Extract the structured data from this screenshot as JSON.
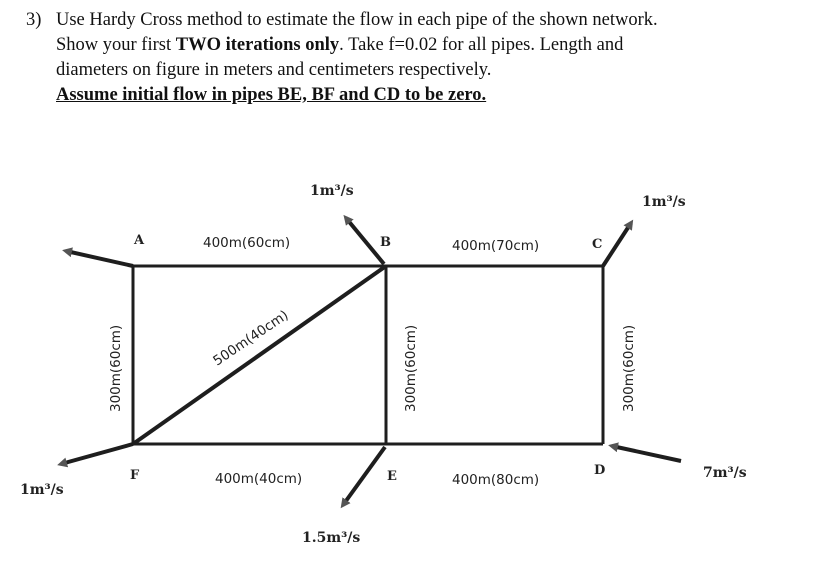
{
  "problem": {
    "number": "3)",
    "line1": "Use Hardy Cross method to estimate the flow in each pipe of the shown network.",
    "line2_a": "Show your first ",
    "line2_bold": "TWO iterations only",
    "line2_b": ". Take f=0.02 for all pipes. Length and",
    "line3": "diameters on figure in meters and centimeters respectively.",
    "line4": "Assume initial flow in pipes BE, BF and CD to be zero."
  },
  "nodes": {
    "A": "A",
    "B": "B",
    "C": "C",
    "D": "D",
    "E": "E",
    "F": "F"
  },
  "pipes": {
    "AB": "400m(60cm)",
    "BC": "400m(70cm)",
    "BF": "500m(40cm)",
    "AF": "300m(60cm)",
    "BE": "300m(60cm)",
    "CD": "300m(60cm)",
    "FE": "400m(40cm)",
    "ED": "400m(80cm)"
  },
  "flows": {
    "A_out": "",
    "B_out": "1m³/s",
    "C_out": "1m³/s",
    "F_out": "1m³/s",
    "E_out": "1.5m³/s",
    "D_in": "7m³/s"
  },
  "colors": {
    "line": "#1e1e1e",
    "arrow_head": "#555555"
  }
}
